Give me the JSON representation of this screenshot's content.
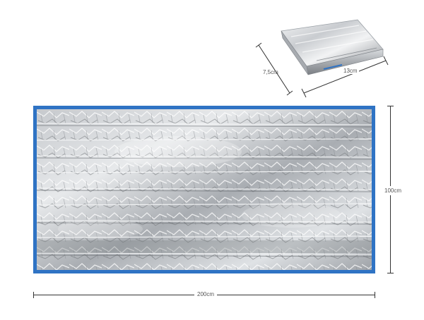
{
  "dimensions": {
    "folded_height": "7,5cm",
    "folded_width": "13cm",
    "blanket_height": "100cm",
    "blanket_width": "200cm"
  },
  "colors": {
    "border_blue": "#2f73c4",
    "foil_light": "#e9ecef",
    "foil_mid": "#b7bbc0",
    "foil_dark": "#6f7378"
  },
  "icons": {
    "folded_package": "folded-foil-package-icon",
    "blanket": "emergency-foil-blanket-icon"
  }
}
